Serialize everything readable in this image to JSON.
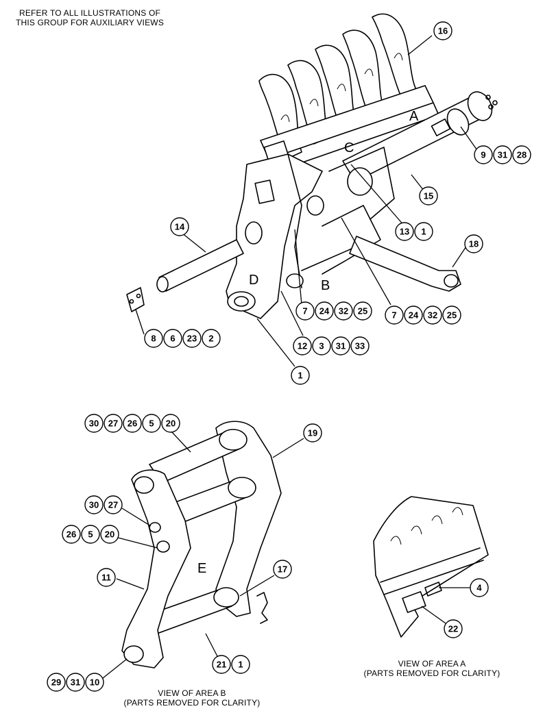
{
  "notes": {
    "top_line1": "REFER TO ALL ILLUSTRATIONS OF",
    "top_line2": "THIS GROUP FOR AUXILIARY VIEWS",
    "view_b_line1": "VIEW OF AREA B",
    "view_b_line2": "(PARTS REMOVED FOR CLARITY)",
    "view_a_line1": "VIEW OF AREA A",
    "view_a_line2": "(PARTS REMOVED FOR CLARITY)"
  },
  "area_letters": {
    "a": "A",
    "b": "B",
    "c": "C",
    "d": "D",
    "e": "E"
  },
  "callout_groups": [
    {
      "id": "g16",
      "numbers": [
        "16"
      ]
    },
    {
      "id": "g9-31-28",
      "numbers": [
        "9",
        "31",
        "28"
      ]
    },
    {
      "id": "g15",
      "numbers": [
        "15"
      ]
    },
    {
      "id": "g13-1",
      "numbers": [
        "13",
        "1"
      ]
    },
    {
      "id": "g18",
      "numbers": [
        "18"
      ]
    },
    {
      "id": "g14",
      "numbers": [
        "14"
      ]
    },
    {
      "id": "g7-24-32-25-a",
      "numbers": [
        "7",
        "24",
        "32",
        "25"
      ]
    },
    {
      "id": "g7-24-32-25-b",
      "numbers": [
        "7",
        "24",
        "32",
        "25"
      ]
    },
    {
      "id": "g8-6-23-2",
      "numbers": [
        "8",
        "6",
        "23",
        "2"
      ]
    },
    {
      "id": "g12-3-31-33",
      "numbers": [
        "12",
        "3",
        "31",
        "33"
      ]
    },
    {
      "id": "g1-main",
      "numbers": [
        "1"
      ]
    },
    {
      "id": "g30-27-26-5-20",
      "numbers": [
        "30",
        "27",
        "26",
        "5",
        "20"
      ]
    },
    {
      "id": "g19",
      "numbers": [
        "19"
      ]
    },
    {
      "id": "g30-27",
      "numbers": [
        "30",
        "27"
      ]
    },
    {
      "id": "g26-5-20",
      "numbers": [
        "26",
        "5",
        "20"
      ]
    },
    {
      "id": "g17",
      "numbers": [
        "17"
      ]
    },
    {
      "id": "g11",
      "numbers": [
        "11"
      ]
    },
    {
      "id": "g4",
      "numbers": [
        "4"
      ]
    },
    {
      "id": "g22",
      "numbers": [
        "22"
      ]
    },
    {
      "id": "g21-1",
      "numbers": [
        "21",
        "1"
      ]
    },
    {
      "id": "g29-31-10",
      "numbers": [
        "29",
        "31",
        "10"
      ]
    }
  ]
}
